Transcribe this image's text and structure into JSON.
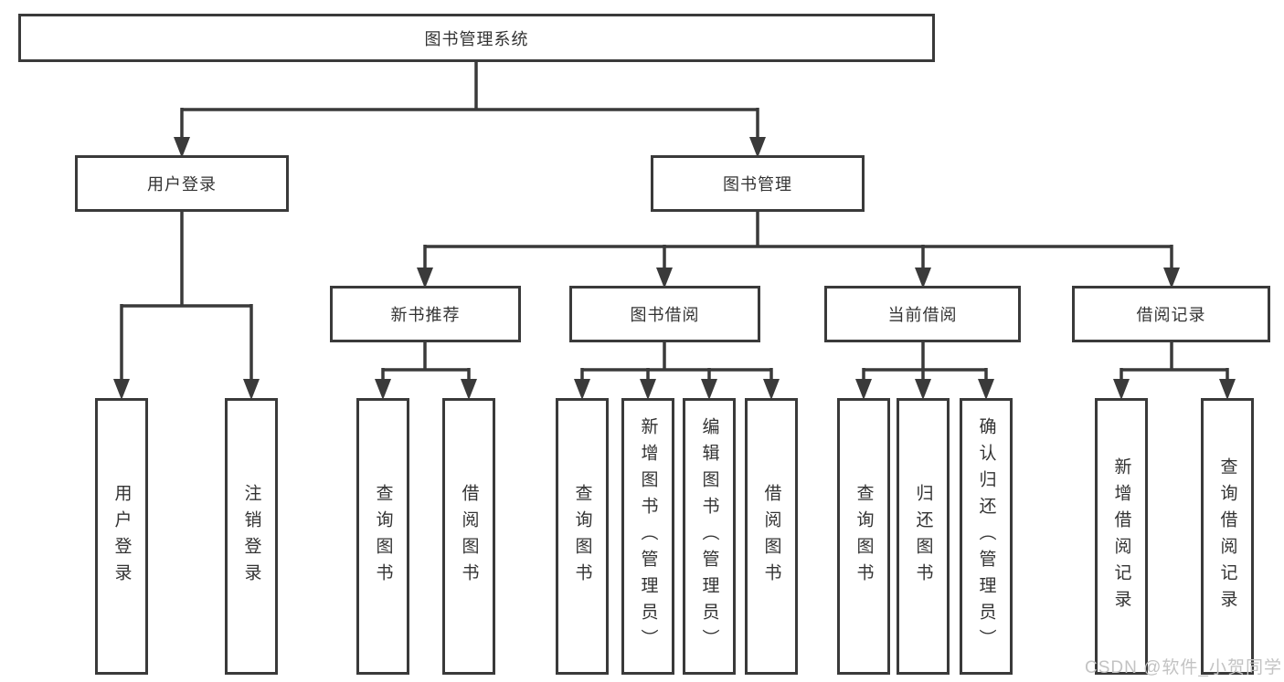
{
  "diagram": {
    "root": {
      "label": "图书管理系统"
    },
    "level2": [
      {
        "label": "用户登录"
      },
      {
        "label": "图书管理"
      }
    ],
    "level3": [
      {
        "label": "新书推荐"
      },
      {
        "label": "图书借阅"
      },
      {
        "label": "当前借阅"
      },
      {
        "label": "借阅记录"
      }
    ],
    "leaves": {
      "user_login": [
        {
          "label": "用户登录"
        },
        {
          "label": "注销登录"
        }
      ],
      "new_book": [
        {
          "label": "查询图书"
        },
        {
          "label": "借阅图书"
        }
      ],
      "book_borrow": [
        {
          "label": "查询图书"
        },
        {
          "label": "新增图书（管理员）"
        },
        {
          "label": "编辑图书（管理员）"
        },
        {
          "label": "借阅图书"
        }
      ],
      "current_borrow": [
        {
          "label": "查询图书"
        },
        {
          "label": "归还图书"
        },
        {
          "label": "确认归还（管理员）"
        }
      ],
      "borrow_records": [
        {
          "label": "新增借阅记录"
        },
        {
          "label": "查询借阅记录"
        }
      ]
    }
  },
  "watermark": "CSDN @软件_小贺同学",
  "colors": {
    "line": "#3a3a3a",
    "text": "#333333",
    "watermark": "#c3c3c3",
    "background": "#ffffff"
  }
}
